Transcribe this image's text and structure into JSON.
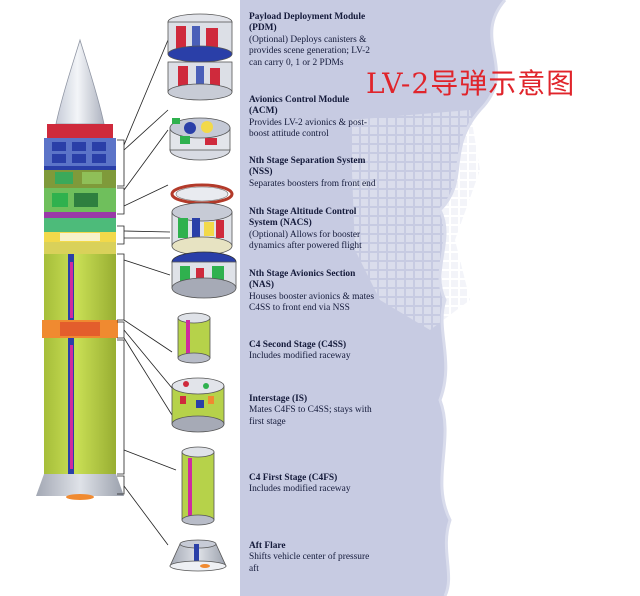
{
  "title": "LV-2导弹示意图",
  "colors": {
    "panel": "#c9cde3",
    "missile_body": "#bcd44a",
    "nose_cone": "#d9dde6",
    "accent_red": "#cf2a3c",
    "accent_blue": "#2a3fa8",
    "accent_orange": "#f08a30",
    "accent_green": "#2fb14e",
    "title_red": "#e0242b"
  },
  "sections": [
    {
      "heading": "Payload Deployment Module (PDM)",
      "description": "(Optional) Deploys canisters & provides scene generation; LV-2 can carry 0, 1 or 2 PDMs"
    },
    {
      "heading": "Avionics Control Module (ACM)",
      "description": "Provides LV-2 avionics & post-boost attitude control"
    },
    {
      "heading": "Nth Stage Separation System (NSS)",
      "description": "Separates boosters from front end"
    },
    {
      "heading": "Nth Stage Altitude Control System (NACS)",
      "description": "(Optional) Allows for booster dynamics after powered flight"
    },
    {
      "heading": "Nth Stage Avionics Section (NAS)",
      "description": "Houses booster avionics & mates C4SS to front end via NSS"
    },
    {
      "heading": "C4 Second Stage (C4SS)",
      "description": "Includes modified raceway"
    },
    {
      "heading": "Interstage (IS)",
      "description": "Mates C4FS to C4SS; stays with first stage"
    },
    {
      "heading": "C4 First Stage (C4FS)",
      "description": "Includes modified raceway"
    },
    {
      "heading": "Aft Flare",
      "description": "Shifts vehicle center of pressure aft"
    }
  ]
}
